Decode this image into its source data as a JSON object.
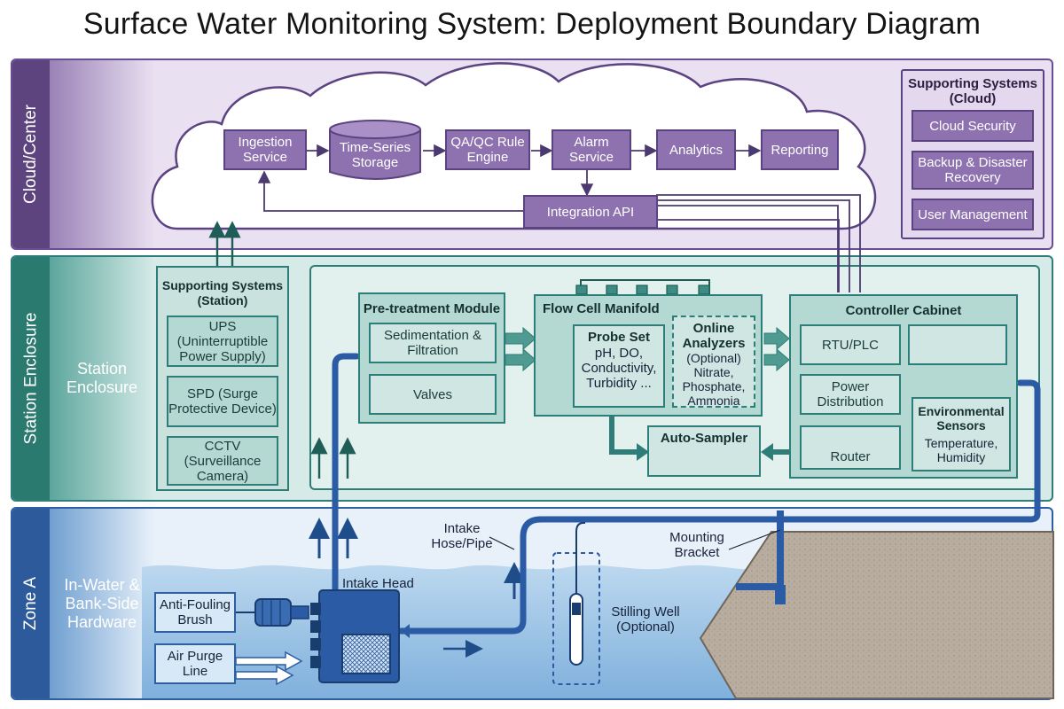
{
  "title": "Surface Water Monitoring System: Deployment Boundary Diagram",
  "zones": {
    "cloud": {
      "side_label": "Cloud/Center"
    },
    "station": {
      "side_label": "Station Enclosure",
      "band_label": "Station Enclosure"
    },
    "zone_a": {
      "side_label": "Zone A",
      "band_label": "In-Water & Bank-Side Hardware"
    }
  },
  "cloud": {
    "pipeline": [
      "Ingestion Service",
      "Time-Series Storage",
      "QA/QC Rule Engine",
      "Alarm Service",
      "Analytics",
      "Reporting"
    ],
    "integration_api": "Integration API",
    "supporting": {
      "title": "Supporting Systems (Cloud)",
      "items": [
        "Cloud Security",
        "Backup & Disaster Recovery",
        "User Management"
      ]
    }
  },
  "station": {
    "supporting": {
      "title": "Supporting Systems (Station)",
      "items": [
        "UPS (Uninterruptible Power Supply)",
        "SPD (Surge Protective Device)",
        "CCTV (Surveillance Camera)"
      ]
    },
    "pretreatment": {
      "title": "Pre-treatment Module",
      "items": [
        "Sedimentation & Filtration",
        "Valves"
      ]
    },
    "flow_cell": {
      "title": "Flow Cell Manifold",
      "probe_set": {
        "title": "Probe Set",
        "text": "pH, DO, Conductivity, Turbidity ..."
      },
      "analyzers": {
        "title": "Online Analyzers",
        "text": "(Optional) Nitrate, Phosphate, Ammonia"
      }
    },
    "auto_sampler": "Auto-Sampler",
    "controller": {
      "title": "Controller Cabinet",
      "rtu": "RTU/PLC",
      "power": "Power Distribution",
      "router": "Router",
      "env": {
        "title": "Environmental Sensors",
        "text": "Temperature, Humidity"
      }
    }
  },
  "zone_a": {
    "anti_fouling": "Anti-Fouling Brush",
    "air_purge": "Air Purge Line",
    "intake_head": "Intake Head",
    "intake_hose": "Intake Hose/Pipe",
    "stilling_well": "Stilling Well (Optional)",
    "mounting_bracket": "Mounting Bracket"
  },
  "colors": {
    "cloud": "#8e72b0",
    "station": "#2e7d78",
    "water": "#2e5fa0"
  }
}
